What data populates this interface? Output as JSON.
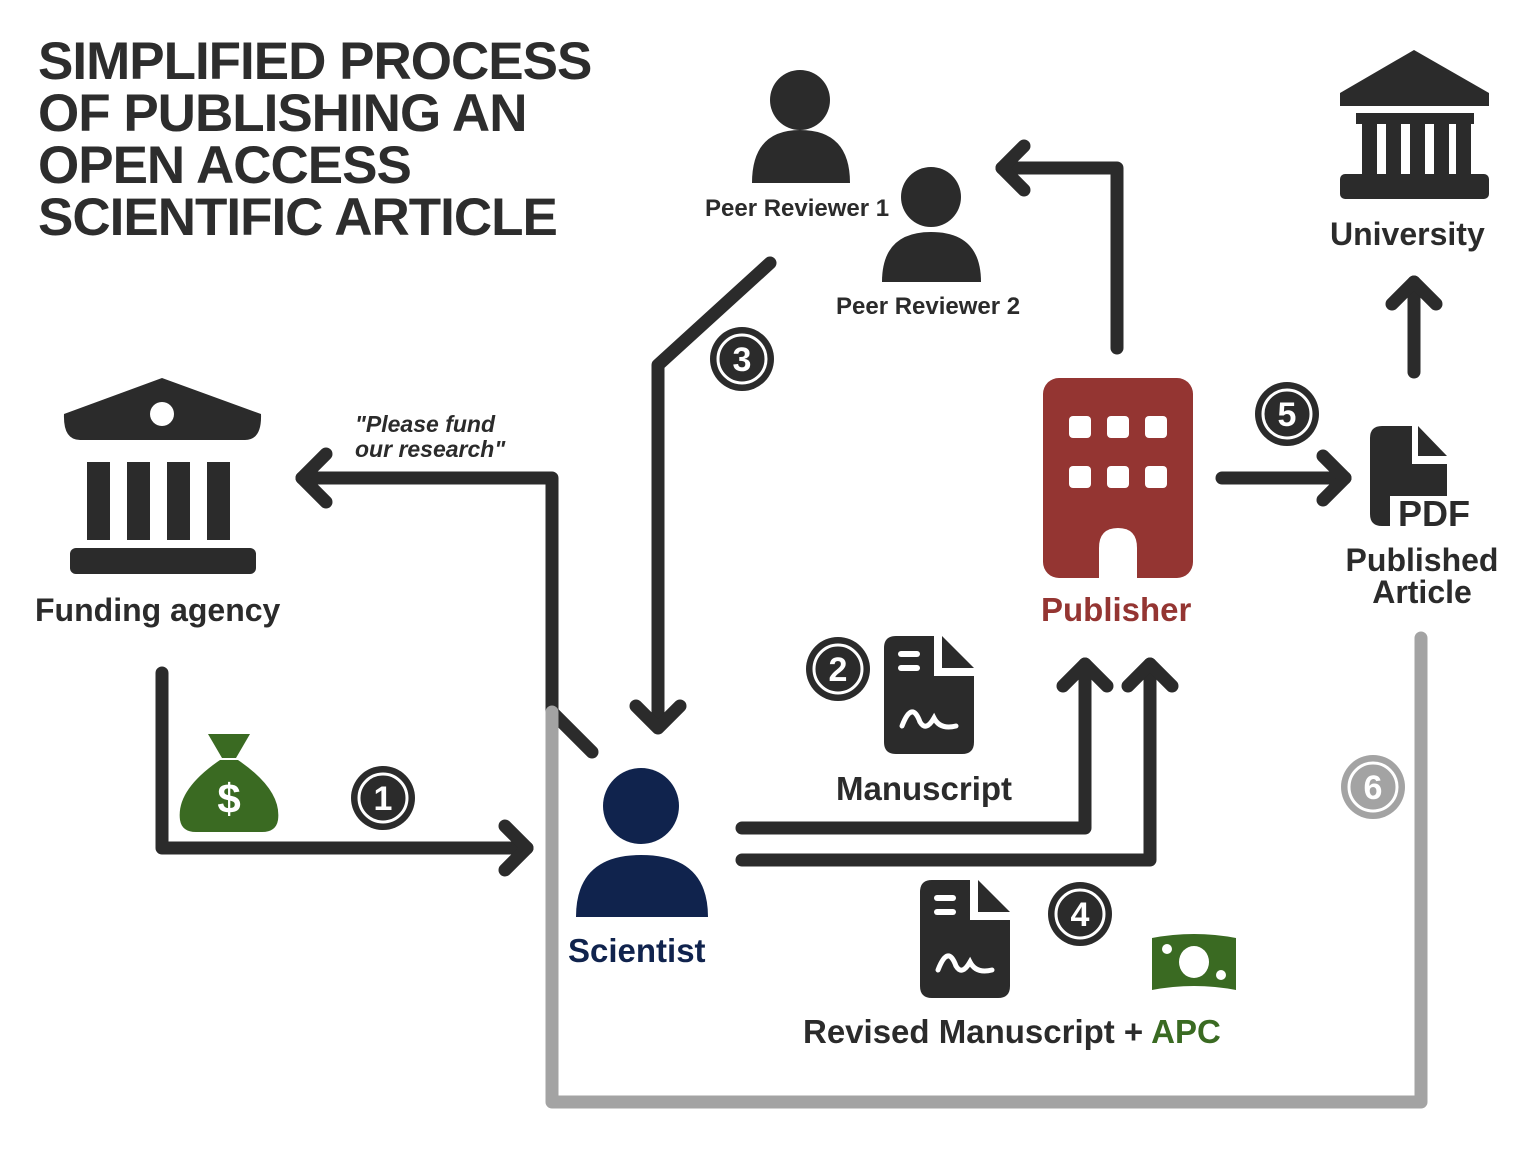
{
  "title": "SIMPLIFIED PROCESS\nOF PUBLISHING AN\nOPEN ACCESS\nSCIENTIFIC ARTICLE",
  "labels": {
    "funding_agency": "Funding agency",
    "university": "University",
    "peer_reviewer_1": "Peer Reviewer 1",
    "peer_reviewer_2": "Peer Reviewer 2",
    "quote": "\"Please fund\nour research\"",
    "publisher": "Publisher",
    "published_article": "Published\nArticle",
    "manuscript": "Manuscript",
    "scientist": "Scientist",
    "revised_manuscript": "Revised Manuscript + ",
    "apc": "APC",
    "pdf": "PDF",
    "dollar": "$"
  },
  "steps": [
    "1",
    "2",
    "3",
    "4",
    "5",
    "6"
  ],
  "icons": {
    "funding_agency": "bank-building-icon",
    "university": "university-building-icon",
    "reviewers": "person-icon",
    "scientist": "person-icon",
    "publisher": "office-building-icon",
    "published_article": "pdf-file-icon",
    "manuscript": "signed-document-icon",
    "revised_manuscript": "signed-document-icon",
    "funding": "money-bag-icon",
    "apc": "banknote-icon"
  },
  "colors": {
    "dark": "#2b2b2b",
    "publisher": "#943532",
    "scientist": "#10234d",
    "money": "#3a6a22",
    "return_path": "#a3a3a3"
  }
}
